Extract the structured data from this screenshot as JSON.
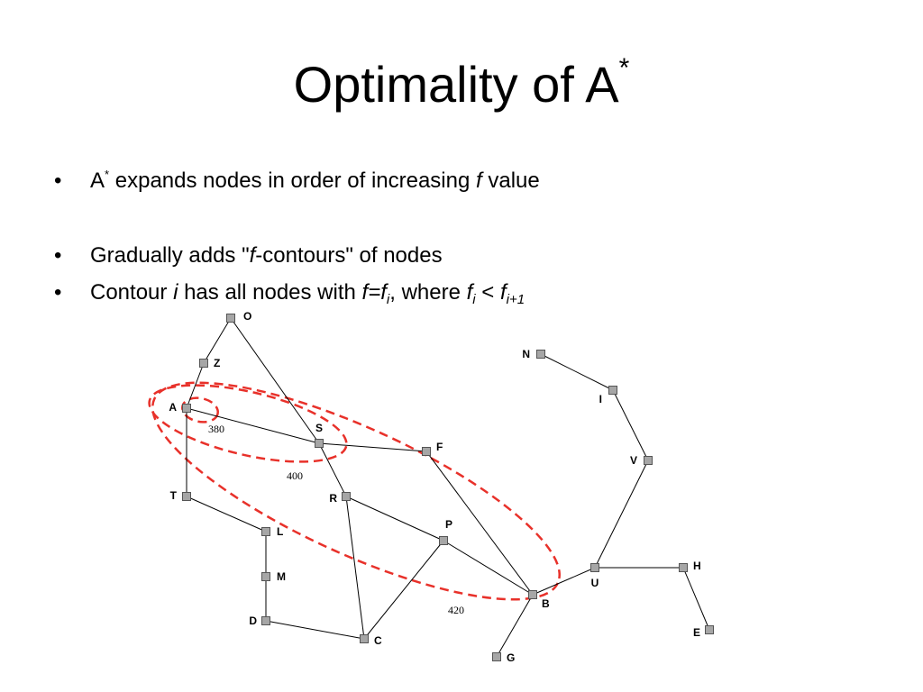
{
  "slide": {
    "title": {
      "text": "Optimality of A",
      "sup": "*"
    },
    "bullets": [
      {
        "marker": "•",
        "parts": {
          "p1": "A",
          "p1_sup": "*",
          "p2": " expands nodes in order of increasing ",
          "p3_italic": "f",
          "p4": " value"
        }
      },
      {
        "marker": "•",
        "parts": {
          "p1": "Gradually adds \"",
          "p2_italic": "f",
          "p3": "-contours\" of nodes"
        }
      },
      {
        "marker": "•",
        "parts": {
          "p1": "Contour ",
          "p2_italic": "i",
          "p3": " has all nodes with ",
          "p4_italic": "f=f",
          "p4_sub": "i",
          "p5": ", where ",
          "p6_italic": "f",
          "p6_sub": "i",
          "p7": " < ",
          "p8_italic": "f",
          "p8_sub": "i+1"
        }
      }
    ]
  },
  "graph": {
    "node_color": "#a6a6a6",
    "edge_color": "#000000",
    "contour_color": "#e8312a",
    "nodes": [
      "O",
      "Z",
      "A",
      "S",
      "F",
      "T",
      "R",
      "P",
      "L",
      "M",
      "D",
      "C",
      "B",
      "G",
      "N",
      "I",
      "V",
      "U",
      "H",
      "E"
    ],
    "edges": [
      [
        "O",
        "Z"
      ],
      [
        "Z",
        "A"
      ],
      [
        "A",
        "S"
      ],
      [
        "O",
        "S"
      ],
      [
        "S",
        "F"
      ],
      [
        "S",
        "R"
      ],
      [
        "A",
        "T"
      ],
      [
        "T",
        "L"
      ],
      [
        "L",
        "M"
      ],
      [
        "M",
        "D"
      ],
      [
        "D",
        "C"
      ],
      [
        "R",
        "C"
      ],
      [
        "R",
        "P"
      ],
      [
        "P",
        "C"
      ],
      [
        "P",
        "B"
      ],
      [
        "F",
        "B"
      ],
      [
        "B",
        "G"
      ],
      [
        "B",
        "U"
      ],
      [
        "U",
        "H"
      ],
      [
        "H",
        "E"
      ],
      [
        "U",
        "V"
      ],
      [
        "V",
        "I"
      ],
      [
        "I",
        "N"
      ]
    ],
    "contours": [
      "380",
      "400",
      "420"
    ]
  }
}
